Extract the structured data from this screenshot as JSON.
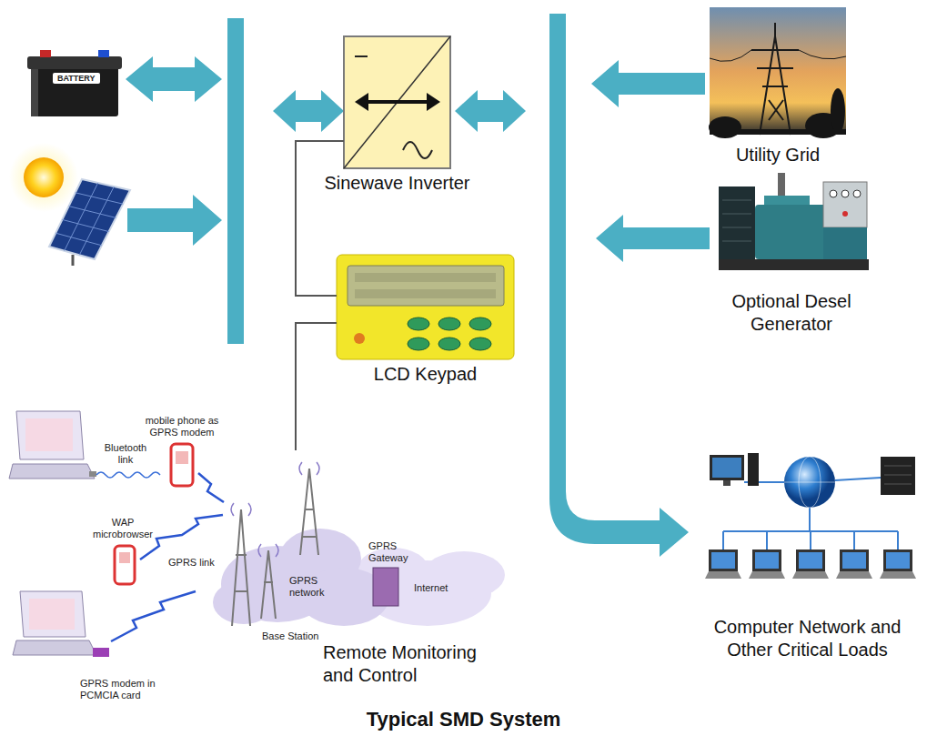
{
  "diagram": {
    "title": "Typical SMD System",
    "nodes": [
      {
        "text": [
          "Sinewave Inverter"
        ]
      },
      {
        "text": [
          "Utility Grid"
        ]
      },
      {
        "text": [
          "Optional Desel Generator"
        ]
      },
      {
        "text": [
          "LCD Keypad"
        ]
      },
      {
        "text": [
          "Remote Monitoring and Control"
        ]
      },
      {
        "text": [
          "Computer Network and Other Critical Loads"
        ]
      }
    ],
    "edges": [
      {
        "from": 0,
        "to": 3,
        "arrow": "none"
      },
      {
        "from": 3,
        "to": 4,
        "arrow": "none"
      }
    ],
    "labels": [
      "BATTERY",
      "mobile phone as GPRS modem",
      "Bluetooth link",
      "WAP microbrowser",
      "GPRS link",
      "GPRS network",
      "GPRS Gateway",
      "Internet",
      "Base Station",
      "GPRS modem in PCMCIA card"
    ]
  }
}
